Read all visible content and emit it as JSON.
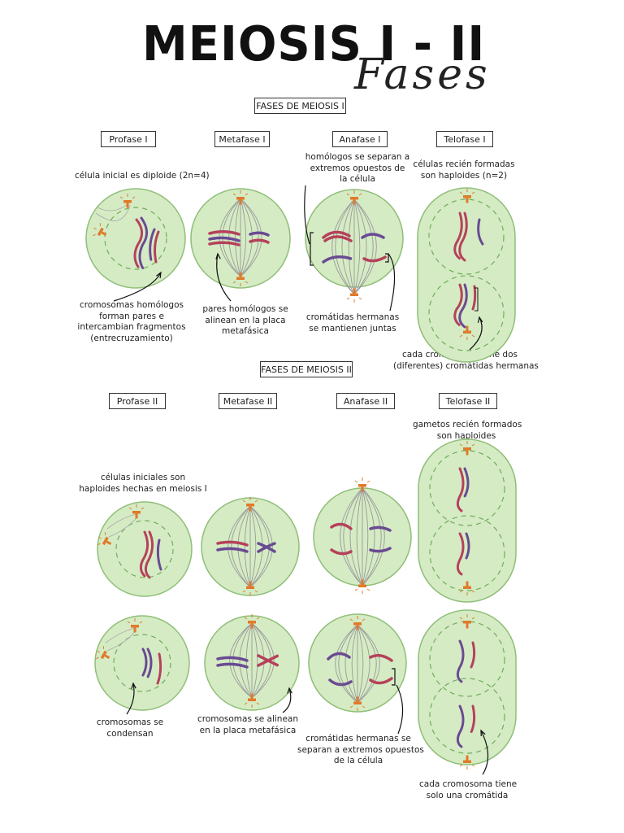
{
  "header": {
    "title": "MEIOSIS I - II",
    "subtitle": "Fases"
  },
  "meiosis1": {
    "section_label": "FASES DE MEIOSIS I",
    "phases": [
      "Profase I",
      "Metafase I",
      "Anafase I",
      "Telofase I"
    ],
    "notes": {
      "diploid": "célula inicial es diploide (2n=4)",
      "homologs_separate": [
        "homólogos se separan a",
        "extremos opuestos de",
        "la célula"
      ],
      "new_haploid": [
        "células recién formadas",
        "son haploides (n=2)"
      ],
      "crossing_over": [
        "cromosomas homólogos",
        "forman pares e",
        "intercambian fragmentos",
        "(entrecruzamiento)"
      ],
      "pairs_align": [
        "pares homólogos se",
        "alinean en la placa",
        "metafásica"
      ],
      "sisters_together": [
        "cromátidas hermanas",
        "se mantienen juntas"
      ],
      "two_chromatids": [
        "cada cromosoma tiene dos",
        "(diferentes) cromátidas hermanas"
      ]
    }
  },
  "meiosis2": {
    "section_label": "FASES DE MEIOSIS II",
    "phases": [
      "Profase II",
      "Metafase II",
      "Anafase II",
      "Telofase II"
    ],
    "notes": {
      "gametes": [
        "gametos recién formados",
        "son haploides"
      ],
      "initial_haploid": [
        "células iniciales son",
        "haploides hechas en meiosis I"
      ],
      "condense": [
        "cromosomas se",
        "condensan"
      ],
      "align": [
        "cromosomas se alinean",
        "en la placa metafásica"
      ],
      "sisters_separate": [
        "cromátidas hermanas se",
        "separan a extremos opuestos",
        "de la célula"
      ],
      "one_chromatid": [
        "cada cromosoma tiene",
        "solo una cromátida"
      ]
    }
  },
  "colors": {
    "cell_fill": "#d5ebc4",
    "cell_stroke": "#8fbf78",
    "nucleus_dash": "#6fae5a",
    "chrom_red": "#b5415a",
    "chrom_purple": "#6a4a93",
    "centrosome": "#e07b2a"
  },
  "icons": [
    "centrosome-icon",
    "spindle-icon",
    "pointer-arrow-icon"
  ]
}
